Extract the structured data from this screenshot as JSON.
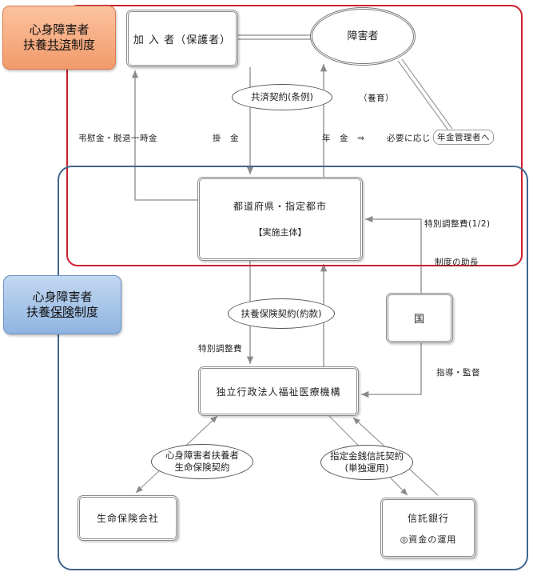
{
  "regions": {
    "kyosai_color": "#cc1f2d",
    "hoken_color": "#3f6690"
  },
  "badges": {
    "kyosai": {
      "line1": "心身障害者",
      "line2_pre": "扶養",
      "line2_u": "共済",
      "line2_post": "制度",
      "color": "#f29a6a"
    },
    "hoken": {
      "line1": "心身障害者",
      "line2_pre": "扶養",
      "line2_u": "保険",
      "line2_post": "制度",
      "color": "#8fb4e1"
    }
  },
  "nodes": {
    "member": "加 入 者（保護者）",
    "disabled": "障害者",
    "pref": "都道府県・指定都市",
    "pref_sub": "【実施主体】",
    "kuni": "国",
    "wam": "独立行政法人福祉医療機構",
    "insurer": "生命保険会社",
    "trust": "信託銀行",
    "trust_sub": "◎資金の運用"
  },
  "ovals": {
    "kyosai": "共済契約(条例)",
    "hoken": "扶養保険契約(約款)",
    "life_line1": "心身障害者扶養者",
    "life_line2": "生命保険契約",
    "trust_line1": "指定金銭信託契約",
    "trust_line2": "(単独運用)"
  },
  "labels": {
    "yoiku": "（養育）",
    "choui": "弔慰金・脱退一時金",
    "kakekin": "掛　金",
    "nenkin": "年　金　⇒",
    "hitsuyou": "必要に応じ",
    "kanri": "年金管理者へ",
    "tokubetsu_half": "特別調整費(1/2)",
    "shoreii": "制度の助長",
    "tokubetsu": "特別調整費",
    "shidou": "指導・監督"
  }
}
